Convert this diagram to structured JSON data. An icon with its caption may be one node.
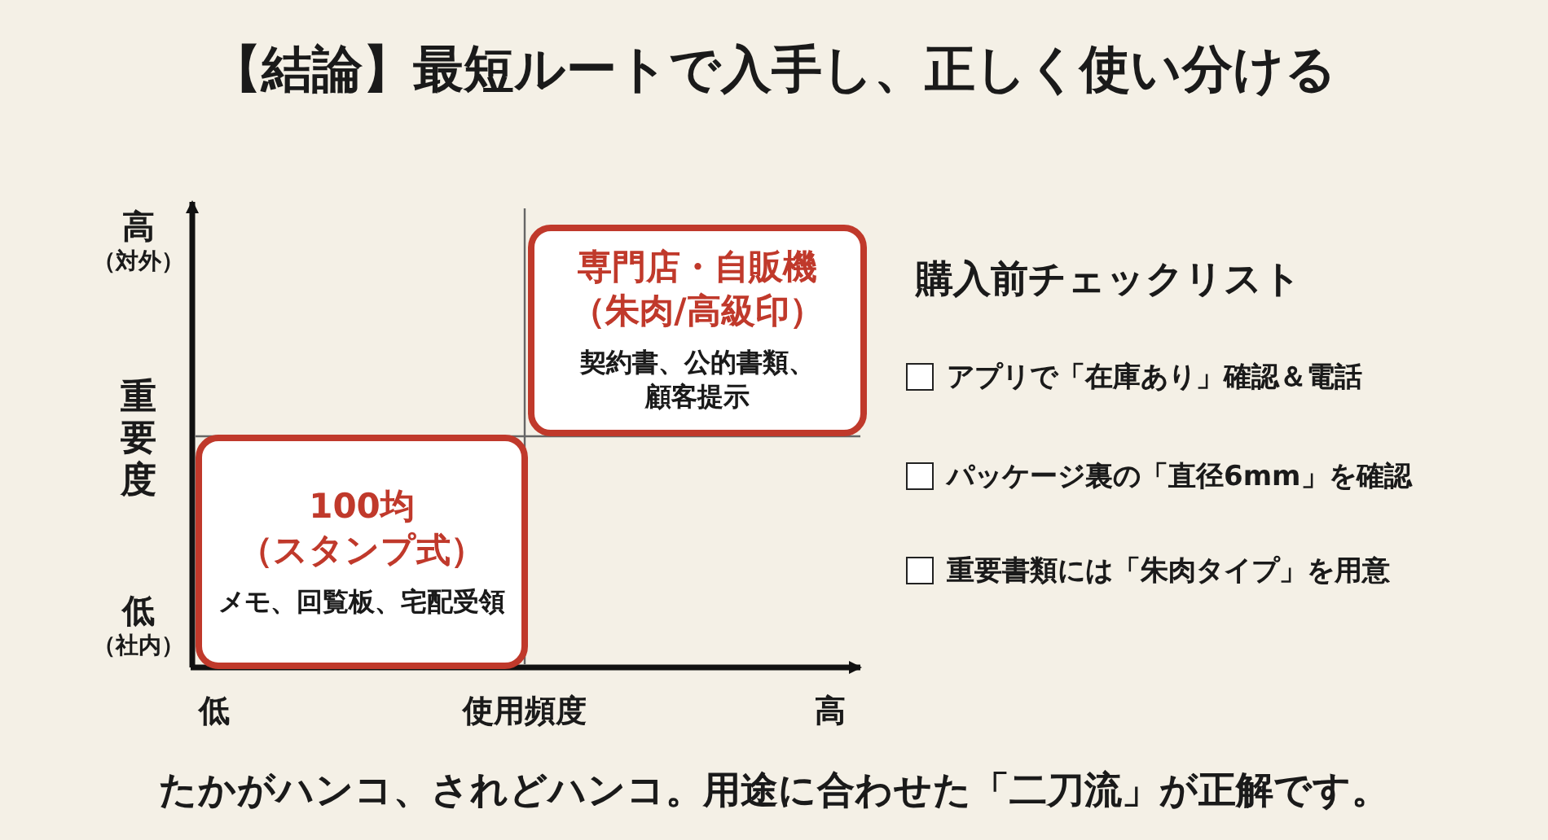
{
  "diagram": {
    "title": "【結論】最短ルートで入手し、正しく使い分ける",
    "caption": "たかがハンコ、されどハンコ。用途に合わせた「二刀流」が正解です。",
    "nodes": [
      {
        "text": [
          "専門店・自販機（朱肉/高級印）",
          "契約書、公的書類、顧客提示"
        ]
      },
      {
        "text": [
          "100均（スタンプ式）",
          "メモ、回覧板、宅配受領"
        ]
      }
    ],
    "edges": [],
    "labels": [
      "高",
      "（対外）",
      "重要度",
      "低",
      "（社内）",
      "低",
      "使用頻度",
      "高",
      "購入前チェックリスト",
      "アプリで「在庫あり」確認＆電話",
      "パッケージ裏の「直径6mm」を確認",
      "重要書類には「朱肉タイプ」を用意"
    ]
  }
}
